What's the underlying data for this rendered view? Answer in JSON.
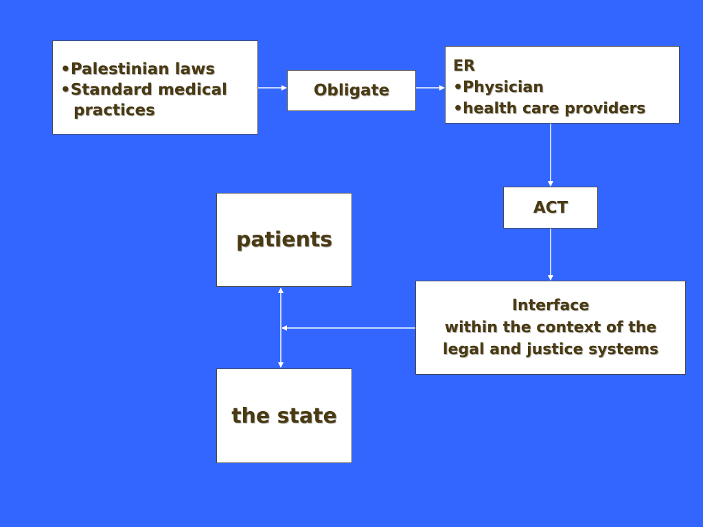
{
  "slide": {
    "background": "#3366ff"
  },
  "boxes": {
    "laws": {
      "line1": "•Palestinian laws",
      "line2": "•Standard medical",
      "line3": "practices"
    },
    "obligate": {
      "label": "Obligate"
    },
    "er": {
      "line1": "ER",
      "line2": "•Physician",
      "line3": "•health care providers"
    },
    "act": {
      "label": "ACT"
    },
    "patients": {
      "label": "patients"
    },
    "interface": {
      "line1": "Interface",
      "line2": "within the context of the",
      "line3": "legal and justice systems"
    },
    "state": {
      "label": "the state"
    }
  },
  "colors": {
    "box_fill": "#ffffff",
    "text": "#4a3a12",
    "connector": "#ffffff"
  }
}
